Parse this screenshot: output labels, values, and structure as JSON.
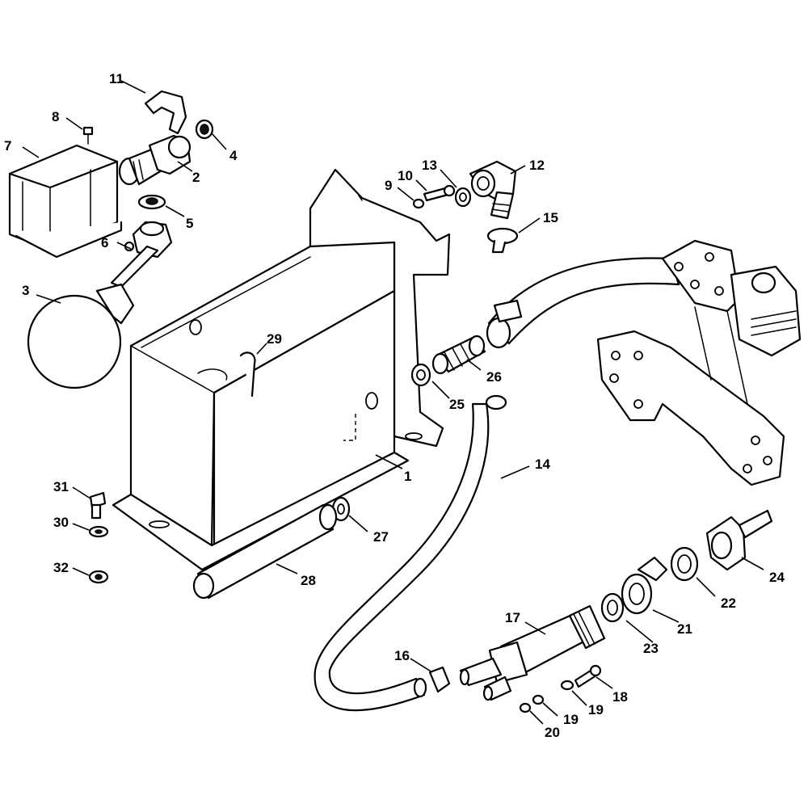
{
  "callouts": [
    {
      "n": "1"
    },
    {
      "n": "2"
    },
    {
      "n": "3"
    },
    {
      "n": "4"
    },
    {
      "n": "5"
    },
    {
      "n": "6"
    },
    {
      "n": "7"
    },
    {
      "n": "8"
    },
    {
      "n": "9"
    },
    {
      "n": "10"
    },
    {
      "n": "11"
    },
    {
      "n": "12"
    },
    {
      "n": "13"
    },
    {
      "n": "14"
    },
    {
      "n": "15"
    },
    {
      "n": "16"
    },
    {
      "n": "17"
    },
    {
      "n": "18"
    },
    {
      "n": "19"
    },
    {
      "n": "19"
    },
    {
      "n": "20"
    },
    {
      "n": "21"
    },
    {
      "n": "22"
    },
    {
      "n": "23"
    },
    {
      "n": "24"
    },
    {
      "n": "25"
    },
    {
      "n": "26"
    },
    {
      "n": "27"
    },
    {
      "n": "28"
    },
    {
      "n": "29"
    },
    {
      "n": "30"
    },
    {
      "n": "31"
    },
    {
      "n": "32"
    }
  ],
  "colors": {
    "line": "#000000",
    "background": "#ffffff"
  }
}
